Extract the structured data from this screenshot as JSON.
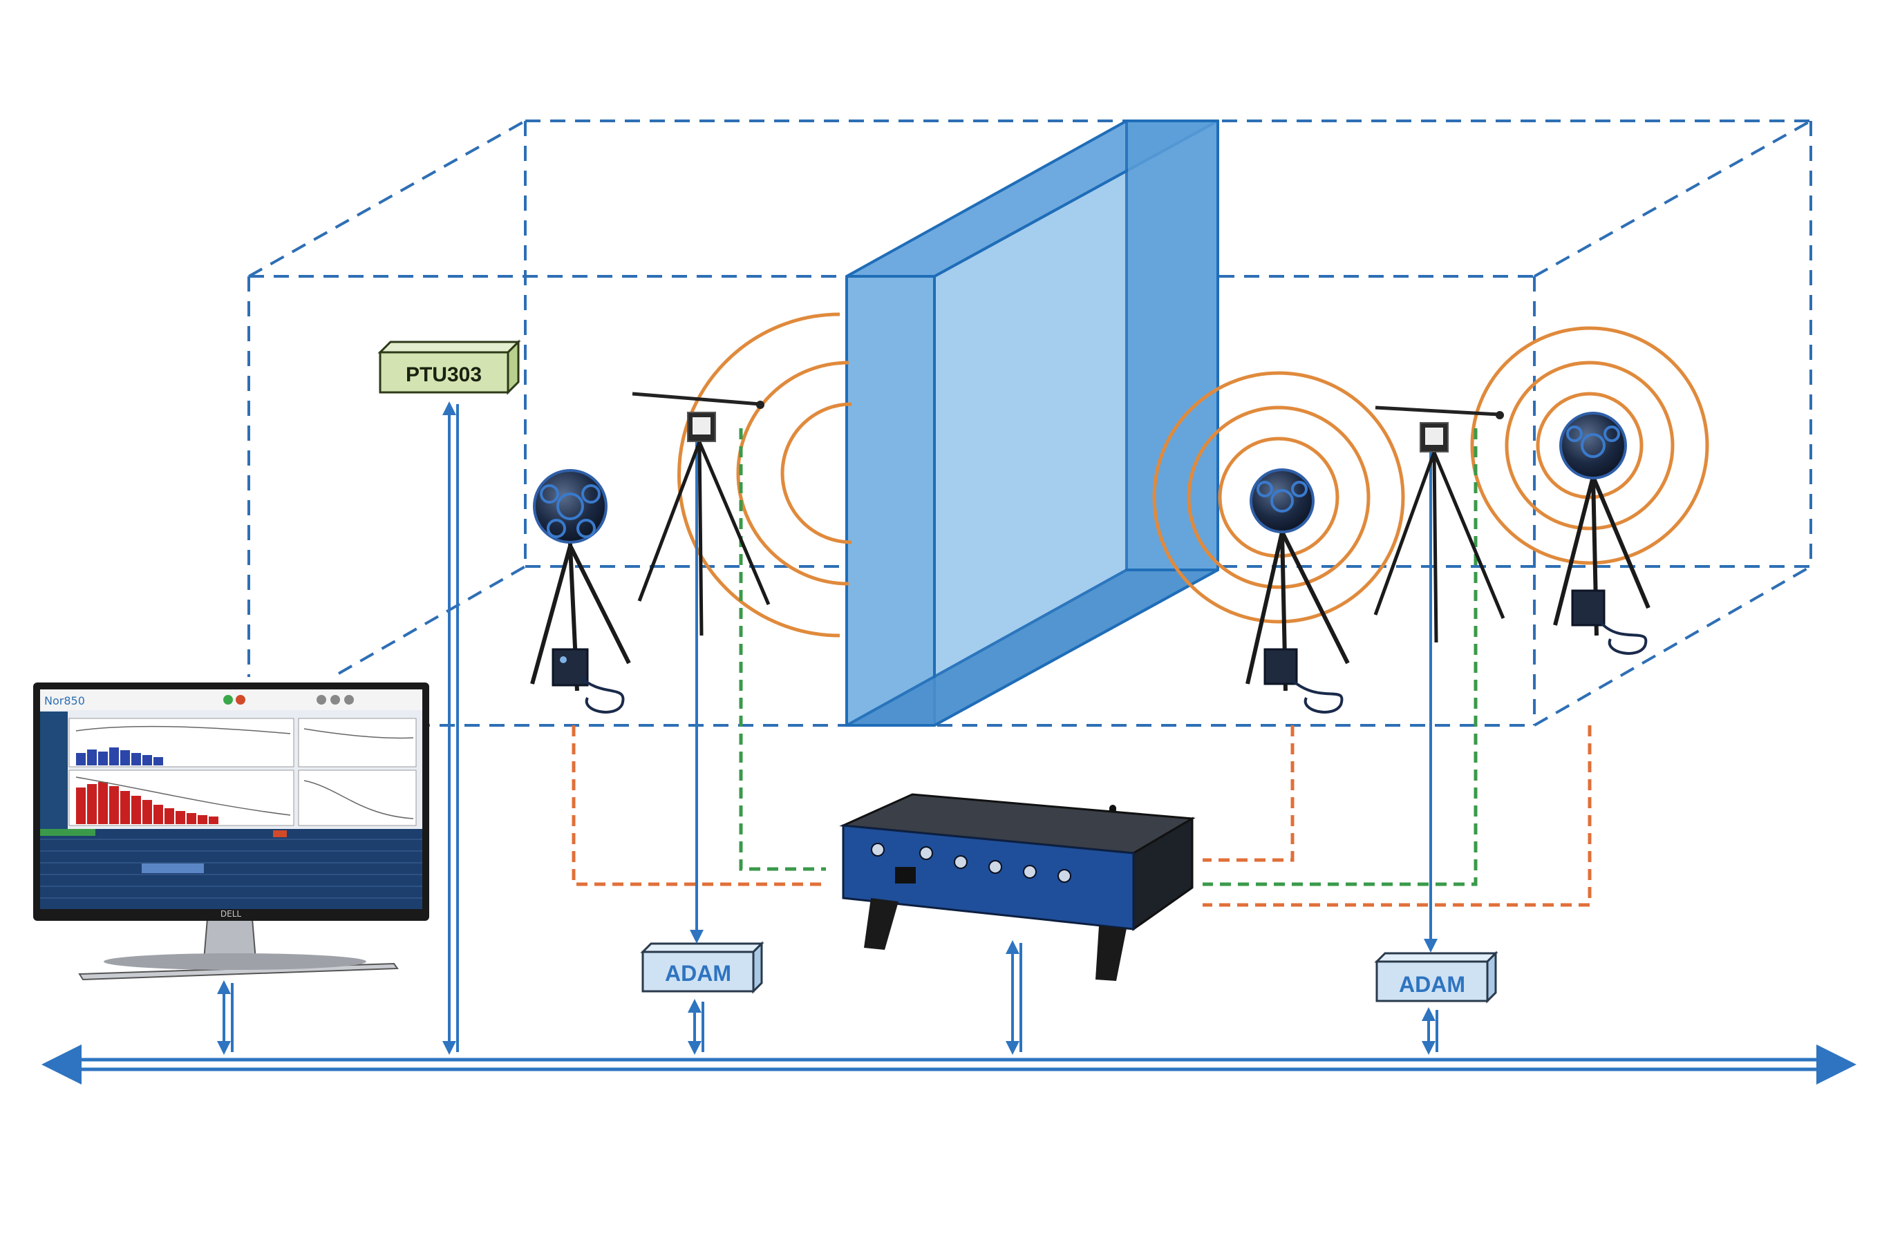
{
  "labels": {
    "ptu": "PTU303",
    "adam_left": "ADAM",
    "adam_right": "ADAM"
  },
  "monitor": {
    "app_name": "Nor850",
    "brand": "DELL"
  },
  "colors": {
    "room_lines": "#2e6fb5",
    "wall_front": "#7fb6e3",
    "wall_side": "#5b9fd9",
    "wall_edge": "#1f6db8",
    "sound_waves": "#e08a3c",
    "signal_orange": "#e0703a",
    "signal_green": "#3a9a4a",
    "bus": "#2e74c0",
    "ptu_fill": "#d3e4b2",
    "adam_fill": "#cfe2f3",
    "adam_text": "#2e74c0"
  },
  "icons": {
    "loudspeaker": "dodecahedron-speaker-icon",
    "microphone": "boom-microphone-icon",
    "amplifier": "power-amplifier-icon",
    "analyzer": "nor850-frontend-icon",
    "computer": "monitor-icon"
  }
}
